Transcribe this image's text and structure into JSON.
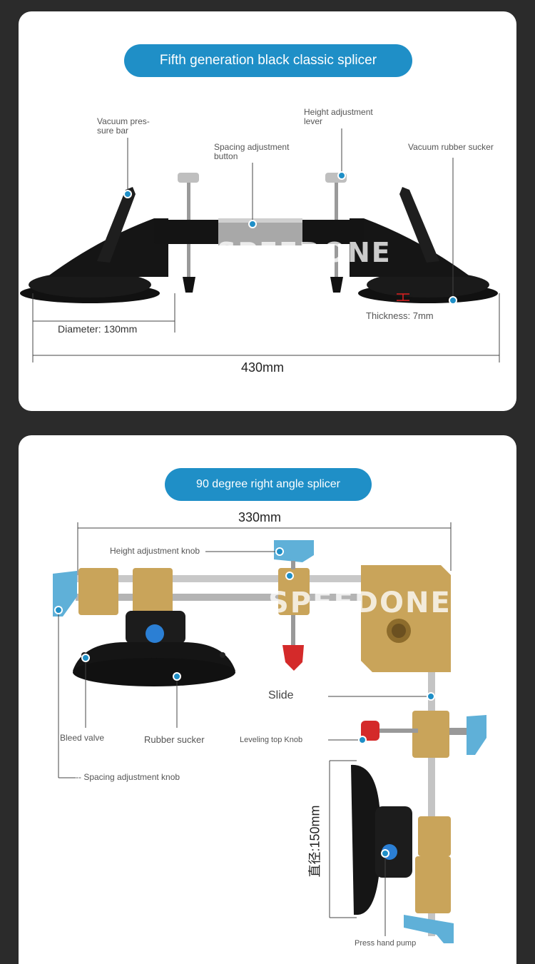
{
  "section1": {
    "title": "Fifth generation black classic splicer",
    "labels": {
      "vacuum_pressure_bar_line1": "Vacuum pres-",
      "vacuum_pressure_bar_line2": "sure bar",
      "height_lever_line1": "Height adjustment",
      "height_lever_line2": "lever",
      "spacing_button_line1": "Spacing adjustment",
      "spacing_button_line2": "button",
      "vacuum_rubber_sucker": "Vacuum rubber sucker",
      "diameter": "Diameter: 130mm",
      "thickness": "Thickness: 7mm",
      "length": "430mm"
    },
    "watermark": "SPEEDONE"
  },
  "section2": {
    "title": "90 degree right angle splicer",
    "labels": {
      "width": "330mm",
      "height_adjustment_knob": "Height adjustment knob",
      "slide": "Slide",
      "bleed_valve": "Bleed valve",
      "rubber_sucker": "Rubber sucker",
      "leveling_top_knob": "Leveling top Knob",
      "spacing_adjustment_knob": "-- Spacing adjustment knob",
      "diameter_vertical": "直径:150mm",
      "press_hand_pump": "Press hand pump"
    },
    "watermark": "SPEEDONE"
  },
  "colors": {
    "accent": "#1f8fc7",
    "card_bg": "#ffffff",
    "page_bg": "#2b2b2b",
    "brass": "#c9a45a",
    "blue_knob": "#5fb0d8",
    "red_knob": "#d42a2a"
  }
}
